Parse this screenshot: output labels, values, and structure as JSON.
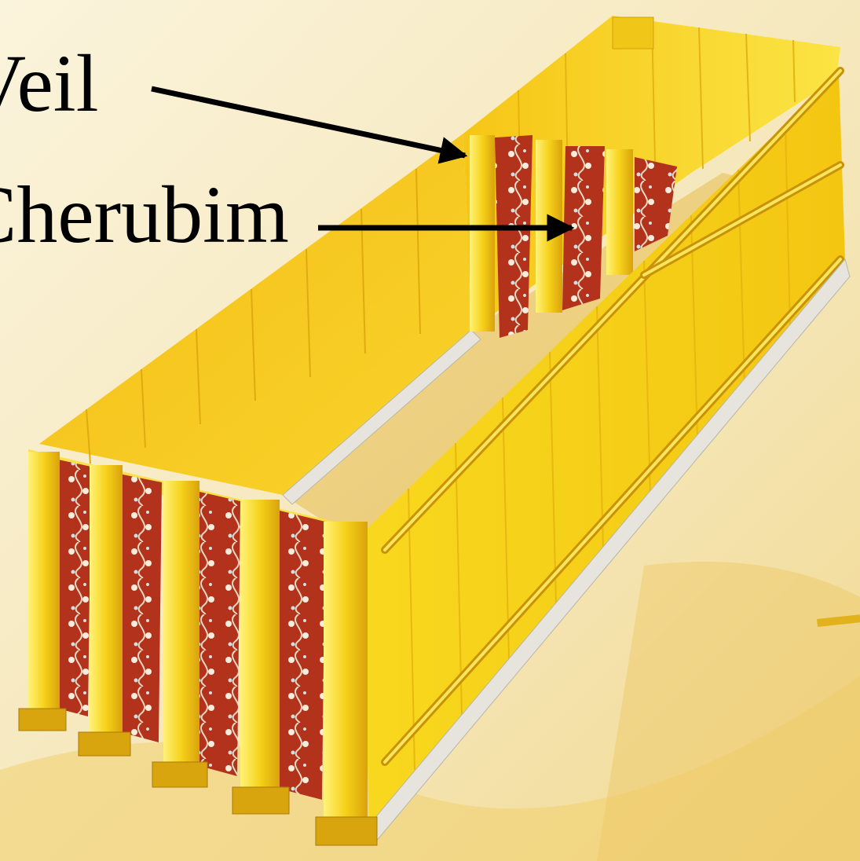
{
  "labels": {
    "veil": "Veil",
    "cherubim": "Cherubim"
  },
  "colors": {
    "background": "#f7ecc9",
    "gold": "#f7d21a",
    "gold_dark": "#d8a80c",
    "gold_light": "#fff07a",
    "curtain": "#b3321c",
    "silver": "#e6e4dc",
    "arrow": "#000000"
  },
  "icons": {
    "arrow": "right-arrow-icon",
    "embroidery": "flower-vine-pattern"
  }
}
